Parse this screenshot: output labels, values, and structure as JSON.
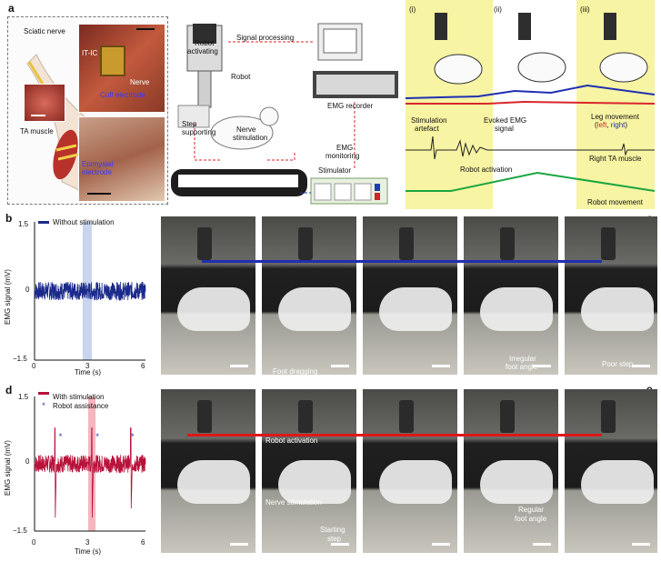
{
  "panels": {
    "a": "a",
    "b": "b",
    "c": "c",
    "d": "d",
    "e": "e"
  },
  "panel_a": {
    "sciatic_nerve": "Sciatic nerve",
    "itic": "IT-IC",
    "nerve": "Nerve",
    "cuff_electrode": "Cuff electrode",
    "ta_muscle": "TA muscle",
    "epimysial": "Epimysial",
    "electrode": "electrode",
    "signal_processing": "Signal processing",
    "robot_activating_1": "Robot",
    "robot_activating_2": "activating",
    "robot": "Robot",
    "emg_recorder": "EMG recorder",
    "step_supporting_1": "Step",
    "step_supporting_2": "supporting",
    "nerve_stim_1": "Nerve",
    "nerve_stim_2": "stimulation",
    "emg_monitoring_1": "EMG",
    "emg_monitoring_2": "monitoring",
    "stimulator": "Stimulator",
    "phase_i": "(i)",
    "phase_ii": "(ii)",
    "phase_iii": "(iii)",
    "stim_artefact_1": "Stimulation",
    "stim_artefact_2": "artefact",
    "evoked_emg_1": "Evoked EMG",
    "evoked_emg_2": "signal",
    "leg_movement": "Leg movement",
    "leg_left": "left",
    "leg_comma": ", ",
    "leg_right": "right",
    "leg_open": "(",
    "leg_close": ")",
    "robot_activation": "Robot activation",
    "right_ta_muscle": "Right TA muscle",
    "robot_movement": "Robot movement"
  },
  "chart_b": {
    "legend": "Without stimulation",
    "ylabel": "EMG signal (mV)",
    "xlabel": "Time (s)",
    "yticks": [
      "1.5",
      "0",
      "−1.5"
    ],
    "xticks": [
      "0",
      "3",
      "6"
    ]
  },
  "chart_d": {
    "legend_1": "With stimulation",
    "legend_2": "Robot assistance",
    "ylabel": "EMG signal (mV)",
    "xlabel": "Time (s)",
    "yticks": [
      "1.5",
      "0",
      "−1.5"
    ],
    "xticks": [
      "0",
      "3",
      "6"
    ]
  },
  "panel_c": {
    "foot_dragging": "Foot dragging",
    "irregular_1": "Irregular",
    "irregular_2": "foot angle",
    "poor_step": "Poor step"
  },
  "panel_e": {
    "robot_activation": "Robot activation",
    "nerve_stimulation": "Nerve stimulation",
    "starting_1": "Starting",
    "starting_2": "step",
    "regular_1": "Regular",
    "regular_2": "foot angle"
  },
  "colors": {
    "blue": "#1f2f9a",
    "red": "#e0161b",
    "green": "#1aa640",
    "emg_b": "#1b2a8a",
    "emg_d": "#b8123a",
    "highlight_b": "#c9d4ee",
    "highlight_d": "#f4b6bf"
  },
  "chart_data": [
    {
      "type": "line",
      "title": "",
      "legend": [
        "Without stimulation"
      ],
      "xlabel": "Time (s)",
      "ylabel": "EMG signal (mV)",
      "xlim": [
        0,
        6
      ],
      "ylim": [
        -1.5,
        1.5
      ],
      "series": [
        {
          "name": "Without stimulation",
          "amplitude": 0.2
        }
      ],
      "highlight_x": [
        2.6,
        3.1
      ]
    },
    {
      "type": "line",
      "title": "",
      "legend": [
        "With stimulation",
        "Robot assistance"
      ],
      "xlabel": "Time (s)",
      "ylabel": "EMG signal (mV)",
      "xlim": [
        0,
        6
      ],
      "ylim": [
        -1.5,
        1.5
      ],
      "series": [
        {
          "name": "With stimulation",
          "amplitude": 0.2,
          "spikes_x": [
            1.1,
            3.1,
            5.2
          ],
          "spike_peak": 0.8,
          "spike_trough": -1.2
        }
      ],
      "robot_assistance_x": [
        1.4,
        3.4,
        5.3
      ],
      "highlight_x": [
        2.9,
        3.3
      ]
    }
  ]
}
